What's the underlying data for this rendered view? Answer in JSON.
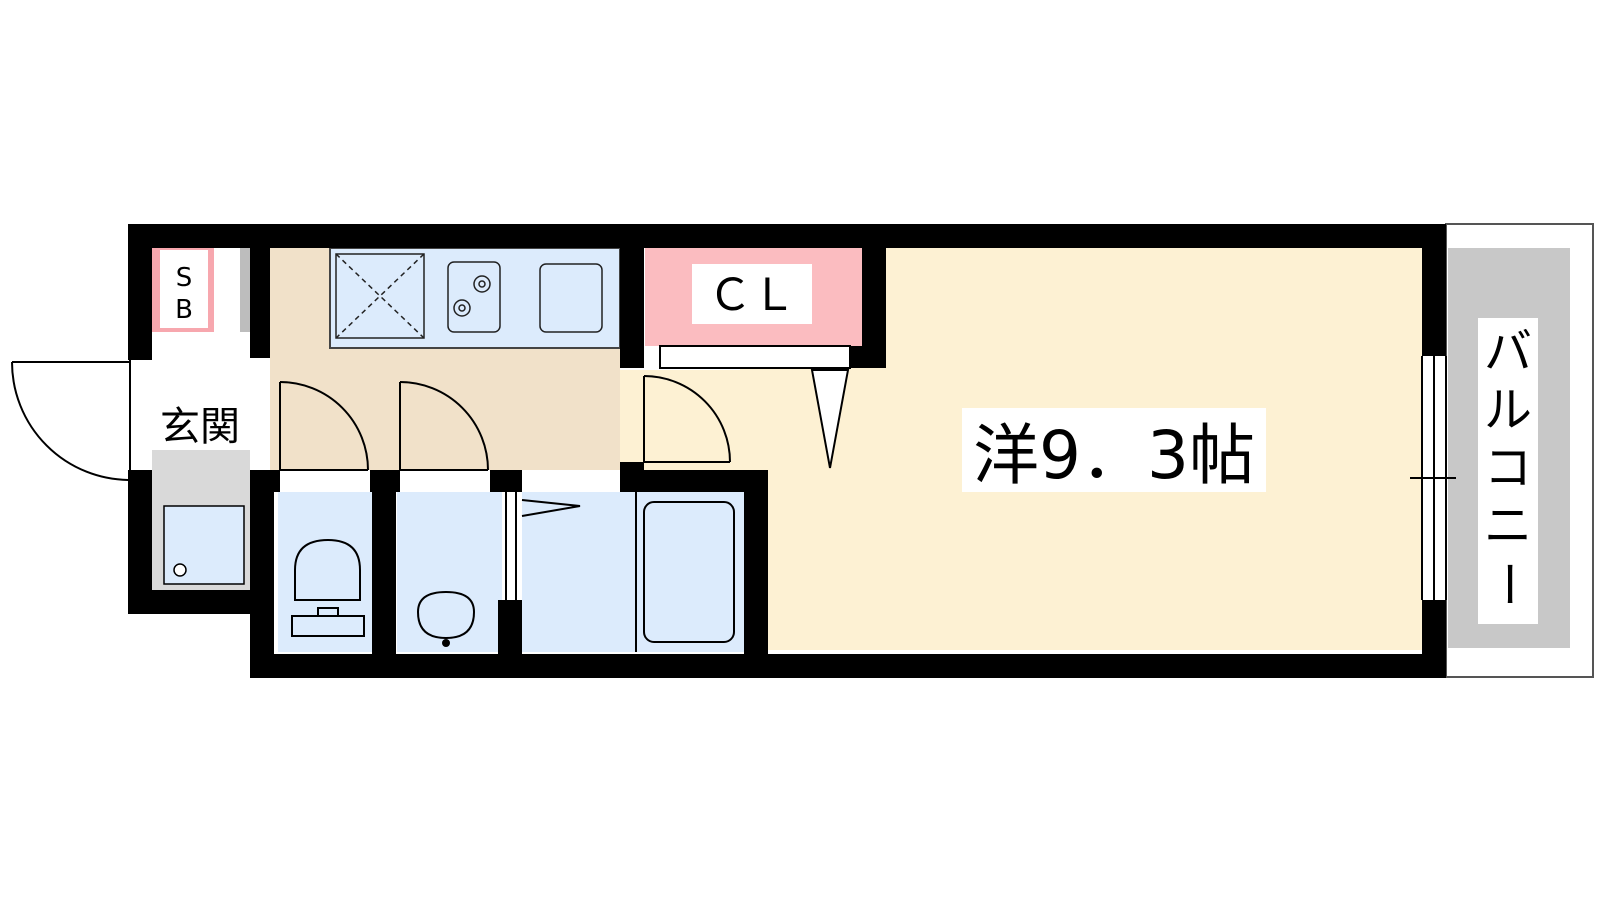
{
  "labels": {
    "sb_s": "S",
    "sb_b": "B",
    "genkan": "玄関",
    "closet": "ＣＬ",
    "room": "洋9．3帖",
    "balcony": [
      "バ",
      "ル",
      "コ",
      "ニ",
      "ー"
    ]
  },
  "colors": {
    "wall": "#000000",
    "room_floor": "#fdf1d3",
    "kitchen_floor": "#f1e1c9",
    "wet_area": "#dcebfc",
    "closet": "#fbbcc0",
    "shoe_box": "#f7a7ae",
    "balcony": "#c8c8c8",
    "entrance": "#d9d9d9"
  }
}
